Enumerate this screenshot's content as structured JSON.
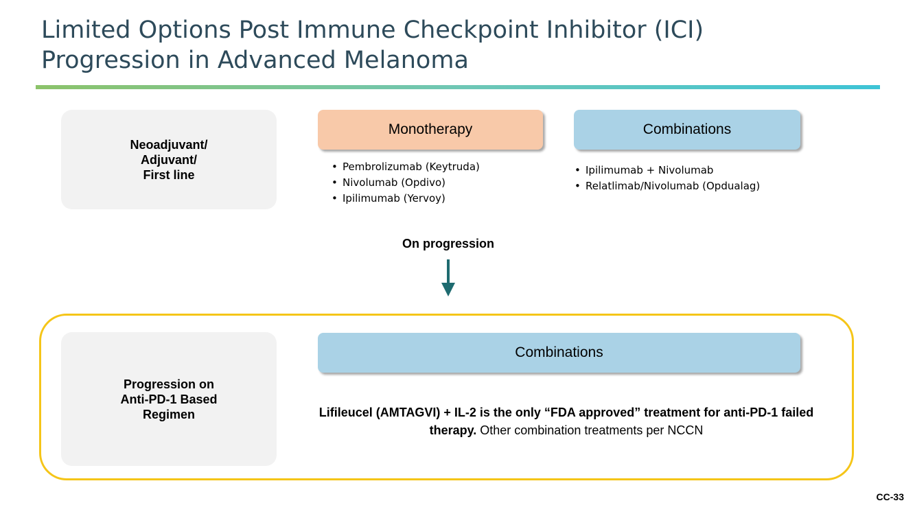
{
  "title_line1": "Limited Options Post Immune Checkpoint Inhibitor (ICI)",
  "title_line2": "Progression in Advanced Melanoma",
  "first_row": {
    "stage_label": "Neoadjuvant/\nAdjuvant/\nFirst line",
    "monotherapy": {
      "label": "Monotherapy",
      "items": [
        "Pembrolizumab (Keytruda)",
        "Nivolumab (Opdivo)",
        "Ipilimumab (Yervoy)"
      ]
    },
    "combinations": {
      "label": "Combinations",
      "items": [
        "Ipilimumab + Nivolumab",
        "Relatlimab/Nivolumab (Opdualag)"
      ]
    }
  },
  "transition_label": "On progression",
  "second_row": {
    "stage_label": "Progression on\nAnti-PD-1 Based\nRegimen",
    "combinations_label": "Combinations",
    "statement_bold": "Lifileucel (AMTAGVI) + IL-2 is the only “FDA approved” treatment for anti-PD-1 failed therapy.",
    "statement_regular": " Other combination treatments per NCCN"
  },
  "slide_id": "CC-33",
  "colors": {
    "title": "#2d4a5a",
    "monotherapy_fill": "#f8c9a9",
    "combinations_fill": "#aad2e6",
    "stage_box_fill": "#f2f2f2",
    "highlight_frame": "#f5c518",
    "arrow": "#1e6b70"
  }
}
